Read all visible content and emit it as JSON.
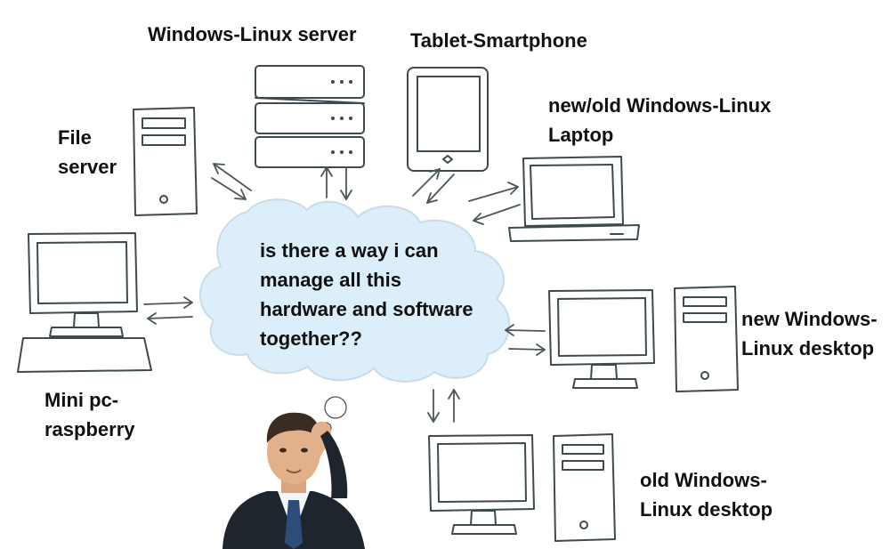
{
  "colors": {
    "line": "#3d4a50",
    "screen": "#e4ecf0",
    "cloud_fill": "#dceef9",
    "cloud_stroke": "#c8dce8",
    "text": "#111111"
  },
  "cloud": {
    "lines": [
      "is there a way i can",
      "manage all this",
      "hardware and software",
      "together??"
    ]
  },
  "devices": {
    "windows_linux_server": {
      "label": [
        "Windows-Linux server"
      ],
      "icon": "rack-server-icon"
    },
    "tablet_smartphone": {
      "label": [
        "Tablet-Smartphone"
      ],
      "icon": "tablet-icon"
    },
    "laptop": {
      "label": [
        "new/old Windows-Linux",
        "Laptop"
      ],
      "icon": "laptop-icon"
    },
    "file_server": {
      "label": [
        "File",
        "server"
      ],
      "icon": "tower-server-icon"
    },
    "mini_pc": {
      "label": [
        "Mini pc-",
        "raspberry"
      ],
      "icon": "desktop-monitor-icon"
    },
    "new_desktop": {
      "label": [
        "new Windows-",
        "Linux desktop"
      ],
      "icon": "desktop-computer-icon"
    },
    "old_desktop": {
      "label": [
        "old Windows-",
        "Linux desktop"
      ],
      "icon": "desktop-computer-icon"
    }
  },
  "person": {
    "icon": "confused-man-icon"
  }
}
